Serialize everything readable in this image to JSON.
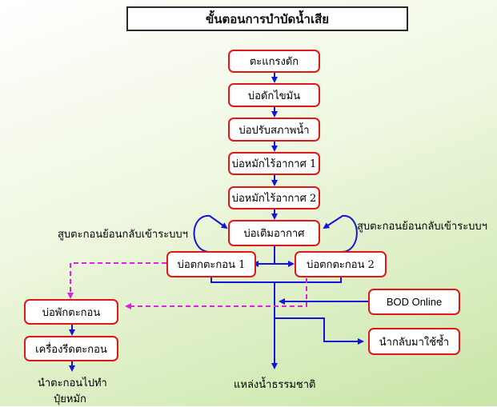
{
  "title": "ขั้นตอนการบำบัดน้ำเสีย",
  "steps": [
    "ตะแกรงดัก",
    "บ่อดักไขมัน",
    "บ่อปรับสภาพน้ำ",
    "บ่อหมักไร้อากาศ 1",
    "บ่อหมักไร้อากาศ 2",
    "บ่อเติมอากาศ"
  ],
  "sedimentation": {
    "left": "บ่อตกตะกอน 1",
    "right": "บ่อตกตะกอน 2"
  },
  "sludge": {
    "holding": "บ่อพักตะกอน",
    "press": "เครื่องรีดตะกอน",
    "output_line1": "นำตะกอนไปทำ",
    "output_line2": "ปุ๋ยหมัก"
  },
  "return_label_left": "สูบตะกอนย้อนกลับเข้าระบบฯ",
  "return_label_right": "สูบตะกอนย้อนกลับเข้าระบบฯ",
  "bod_online": "BOD Online",
  "reuse": "นำกลับมาใช้ซ้ำ",
  "discharge": "แหล่งน้ำธรรมชาติ",
  "colors": {
    "box_border": "#e01818",
    "flow_arrow": "#1414d8",
    "sludge_line": "#e020e0"
  }
}
